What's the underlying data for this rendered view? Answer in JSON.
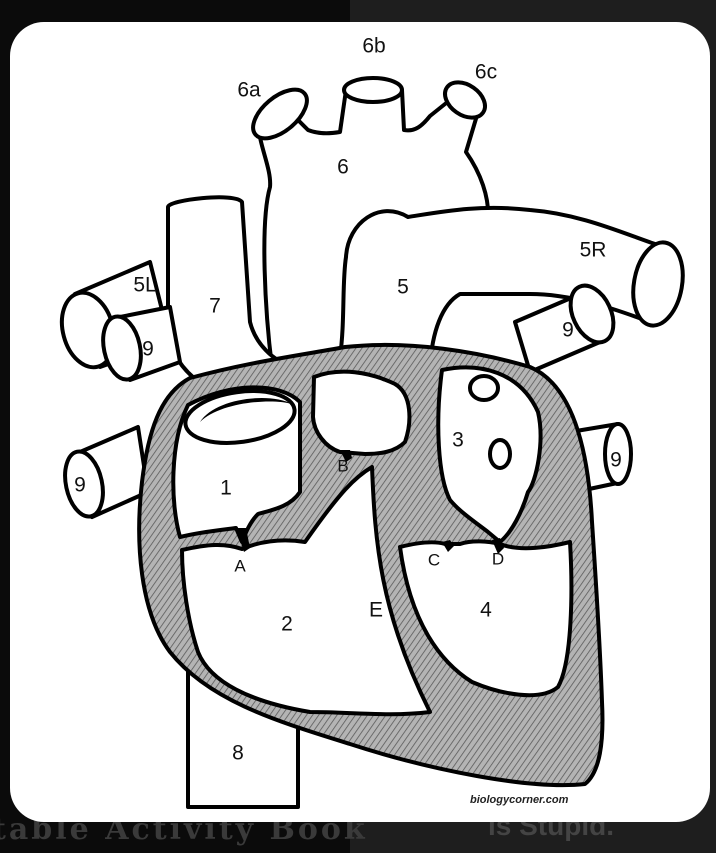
{
  "background": {
    "left_text": "table Activity Book",
    "right_text": "is Stupid."
  },
  "diagram": {
    "labels": {
      "l6a": "6a",
      "l6b": "6b",
      "l6c": "6c",
      "l6": "6",
      "l5": "5",
      "l5R": "5R",
      "l5L": "5L",
      "l7": "7",
      "l9a": "9",
      "l9b": "9",
      "l9c": "9",
      "l9d": "9",
      "l1": "1",
      "l2": "2",
      "l3": "3",
      "l4": "4",
      "lA": "A",
      "lB": "B",
      "lC": "C",
      "lD": "D",
      "lE": "E",
      "l8": "8"
    },
    "credit": "biologycorner.com"
  },
  "colors": {
    "outline": "#000000",
    "wall_fill": "#9a9a9a",
    "background": "#ffffff"
  }
}
